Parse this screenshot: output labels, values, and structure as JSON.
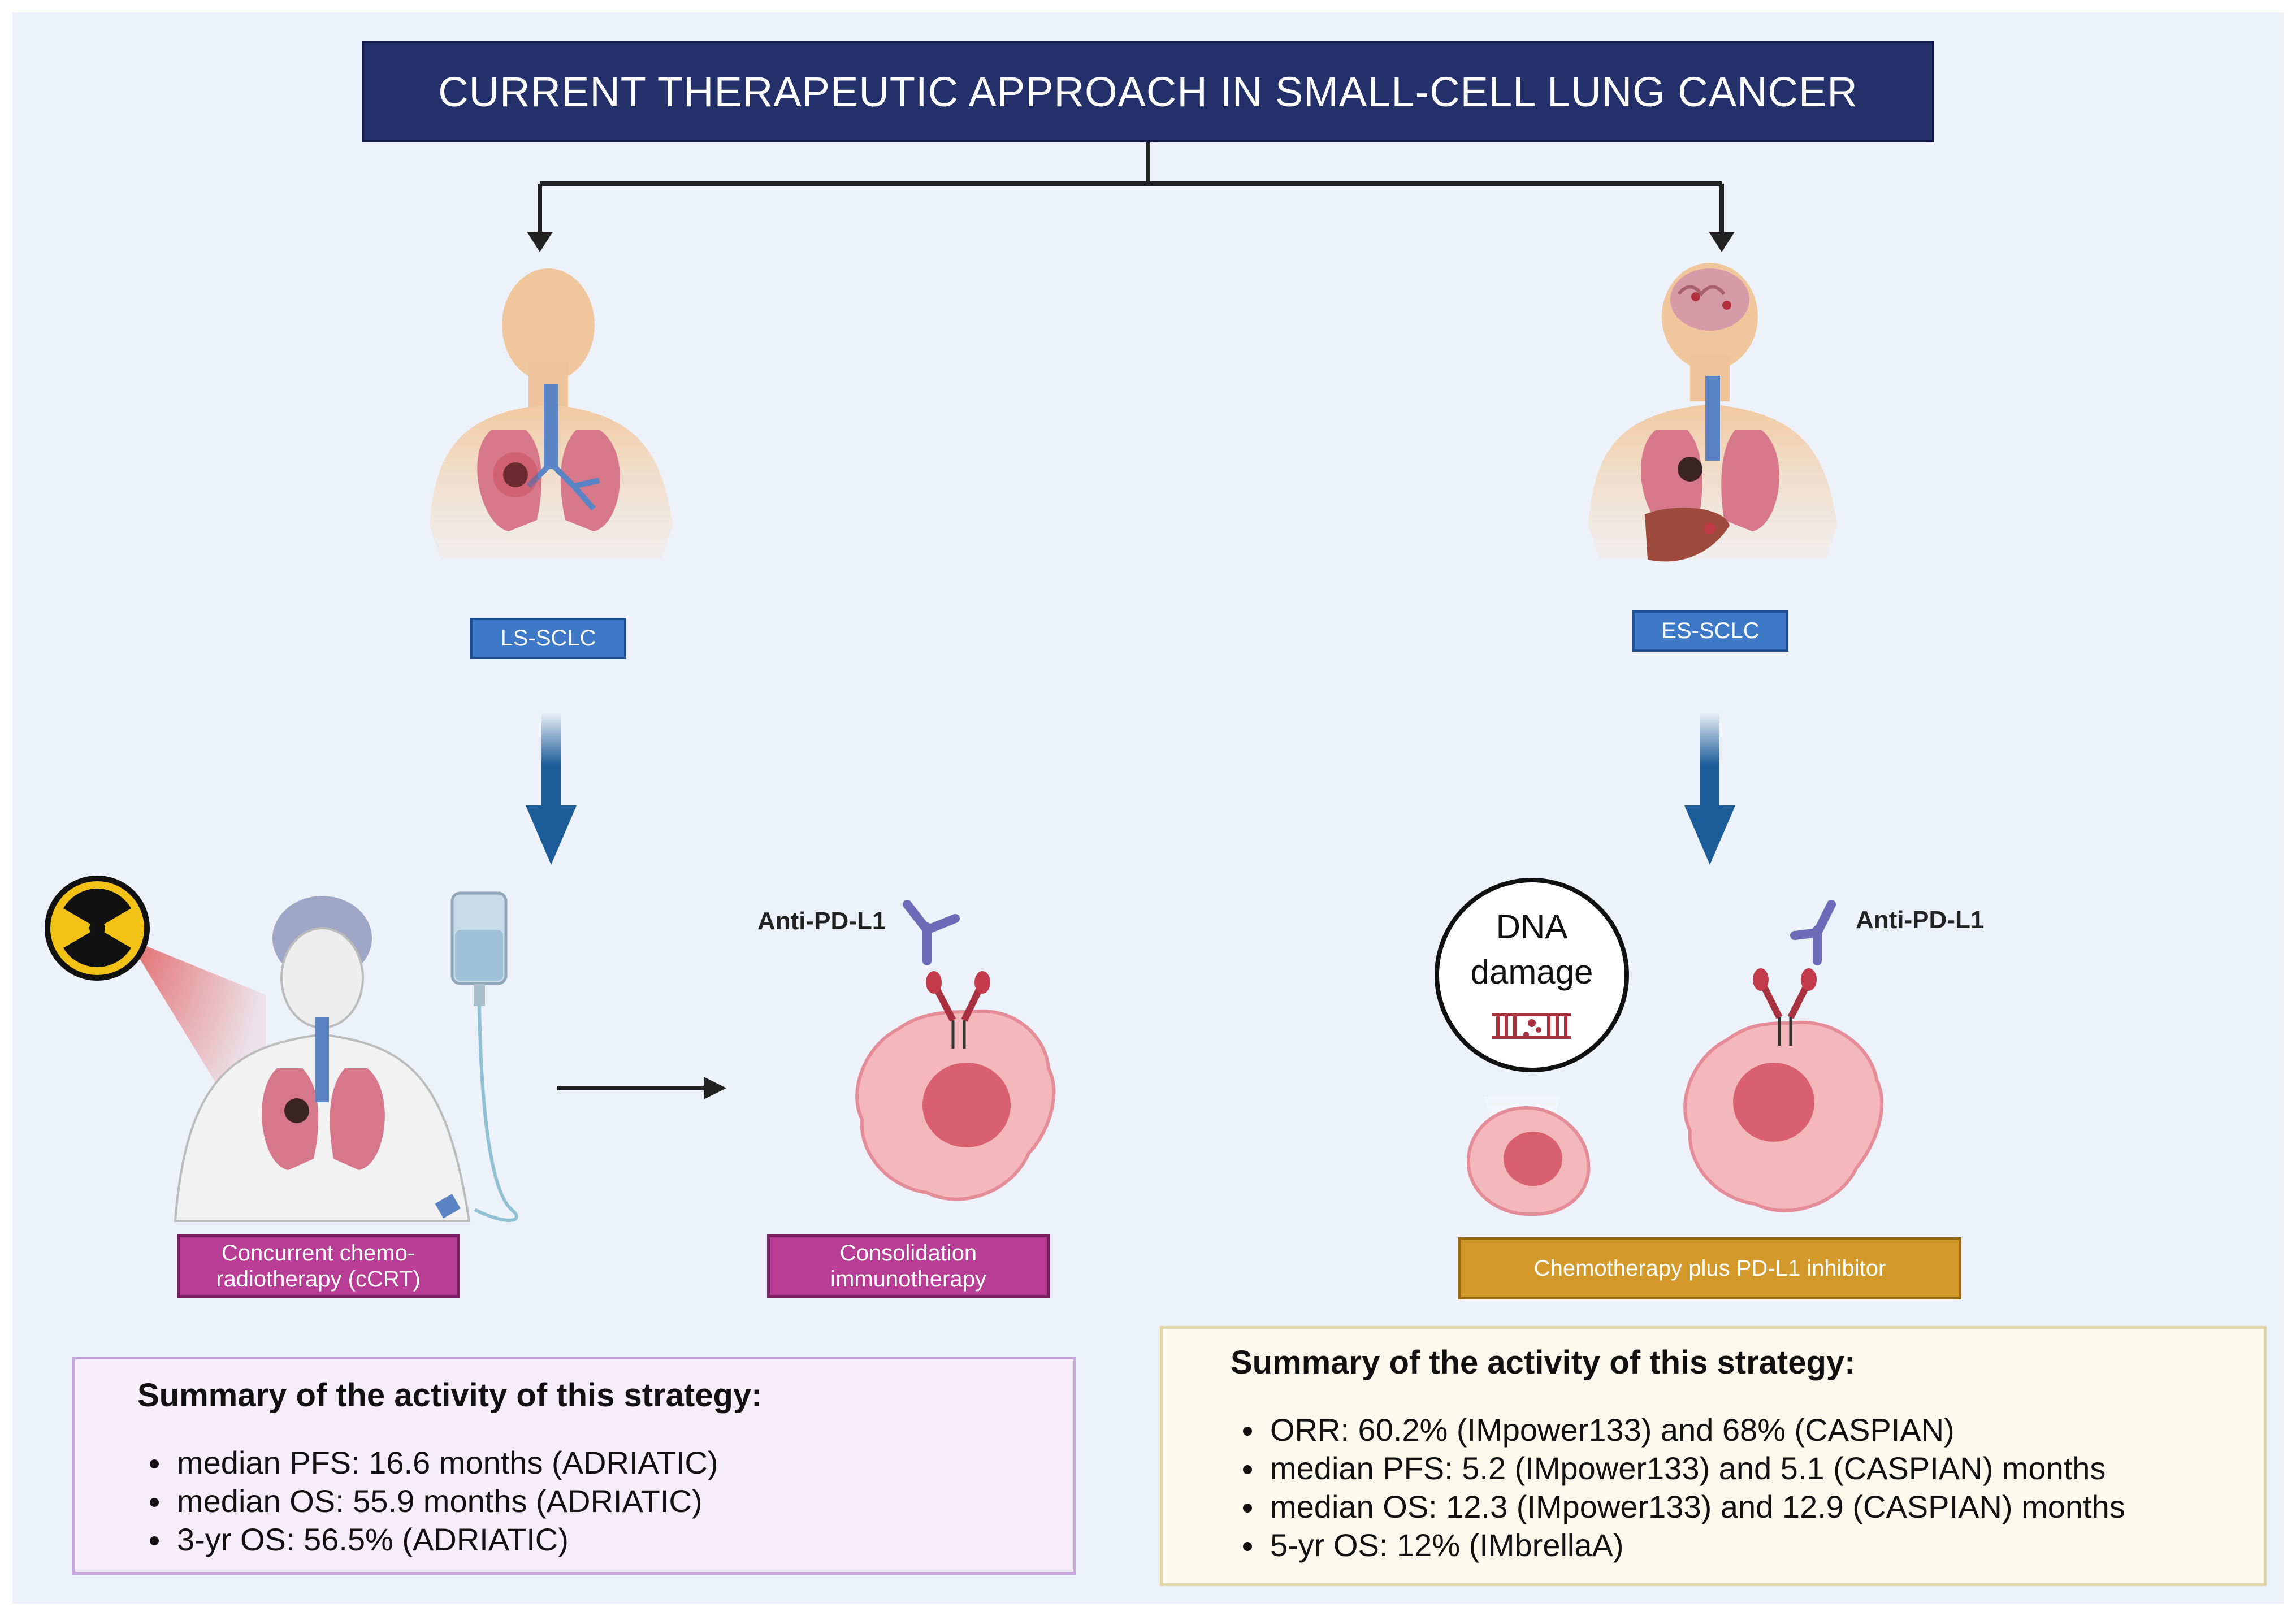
{
  "title": "CURRENT THERAPEUTIC APPROACH IN SMALL-CELL LUNG CANCER",
  "left": {
    "stage_label": "LS-SCLC",
    "therapy1": [
      "Concurrent chemo-",
      "radiotherapy (cCRT)"
    ],
    "therapy2": [
      "Consolidation",
      "immunotherapy"
    ],
    "antibody_label": "Anti-PD-L1",
    "summary": {
      "heading": "Summary of the activity of this strategy:",
      "items": [
        "median PFS: 16.6 months (ADRIATIC)",
        "median OS: 55.9 months (ADRIATIC)",
        "3-yr OS: 56.5% (ADRIATIC)"
      ]
    }
  },
  "right": {
    "stage_label": "ES-SCLC",
    "dna_bubble": [
      "DNA",
      "damage"
    ],
    "antibody_label": "Anti-PD-L1",
    "therapy": "Chemotherapy plus PD-L1 inhibitor",
    "summary": {
      "heading": "Summary of the activity of this strategy:",
      "items": [
        "ORR: 60.2% (IMpower133) and 68% (CASPIAN)",
        "median PFS: 5.2 (IMpower133) and 5.1 (CASPIAN) months",
        "median OS: 12.3 (IMpower133) and 12.9 (CASPIAN) months",
        "5-yr OS: 12% (IMbrellaA)"
      ]
    }
  },
  "colors": {
    "title_bg": "#24306a",
    "stage_blue": "#3d79c7",
    "therapy_magenta": "#b83d94",
    "therapy_gold": "#d39a2b",
    "arrow_blue": "#1c5d99",
    "summary_left_border": "#c7a8dd",
    "summary_right_border": "#e2d3a4"
  }
}
